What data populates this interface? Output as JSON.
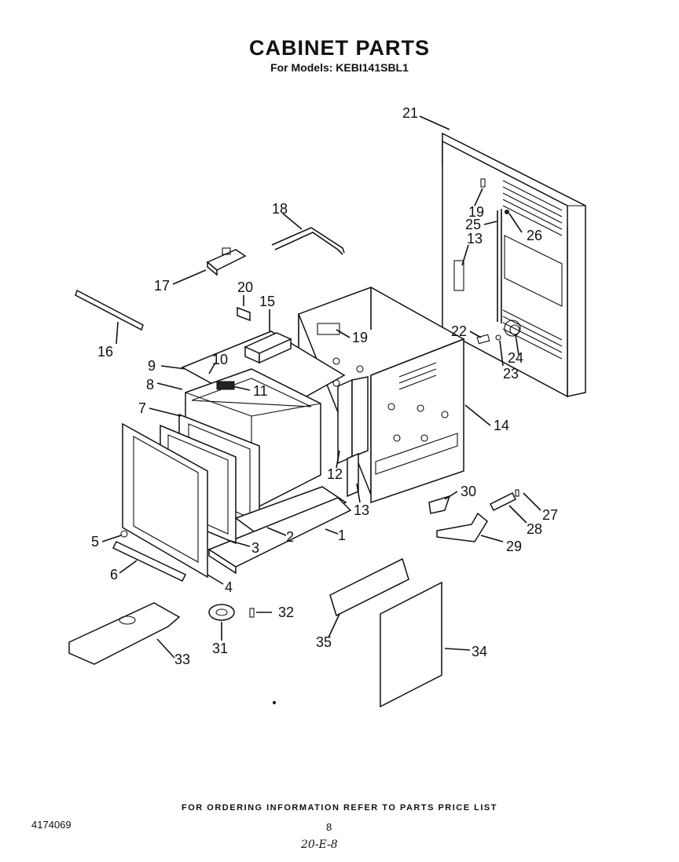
{
  "header": {
    "title": "CABINET PARTS",
    "subtitle": "For Models: KEBI141SBL1"
  },
  "callouts": [
    {
      "id": "c1",
      "text": "1"
    },
    {
      "id": "c2",
      "text": "2"
    },
    {
      "id": "c3",
      "text": "3"
    },
    {
      "id": "c4",
      "text": "4"
    },
    {
      "id": "c5",
      "text": "5"
    },
    {
      "id": "c6",
      "text": "6"
    },
    {
      "id": "c7",
      "text": "7"
    },
    {
      "id": "c8",
      "text": "8"
    },
    {
      "id": "c9",
      "text": "9"
    },
    {
      "id": "c10",
      "text": "10"
    },
    {
      "id": "c11",
      "text": "11"
    },
    {
      "id": "c12",
      "text": "12"
    },
    {
      "id": "c13a",
      "text": "13"
    },
    {
      "id": "c13b",
      "text": "13"
    },
    {
      "id": "c14",
      "text": "14"
    },
    {
      "id": "c15",
      "text": "15"
    },
    {
      "id": "c16",
      "text": "16"
    },
    {
      "id": "c17",
      "text": "17"
    },
    {
      "id": "c18",
      "text": "18"
    },
    {
      "id": "c19a",
      "text": "19"
    },
    {
      "id": "c19b",
      "text": "19"
    },
    {
      "id": "c20",
      "text": "20"
    },
    {
      "id": "c21",
      "text": "21"
    },
    {
      "id": "c22",
      "text": "22"
    },
    {
      "id": "c23",
      "text": "23"
    },
    {
      "id": "c24",
      "text": "24"
    },
    {
      "id": "c25",
      "text": "25"
    },
    {
      "id": "c26",
      "text": "26"
    },
    {
      "id": "c27",
      "text": "27"
    },
    {
      "id": "c28",
      "text": "28"
    },
    {
      "id": "c29",
      "text": "29"
    },
    {
      "id": "c30",
      "text": "30"
    },
    {
      "id": "c31",
      "text": "31"
    },
    {
      "id": "c32",
      "text": "32"
    },
    {
      "id": "c33",
      "text": "33"
    },
    {
      "id": "c34",
      "text": "34"
    },
    {
      "id": "c35",
      "text": "35"
    }
  ],
  "footer": {
    "ordering_note": "FOR ORDERING INFORMATION REFER TO PARTS PRICE LIST",
    "doc_number": "4174069",
    "page_number": "8",
    "handwritten_note": "20-E-8"
  }
}
